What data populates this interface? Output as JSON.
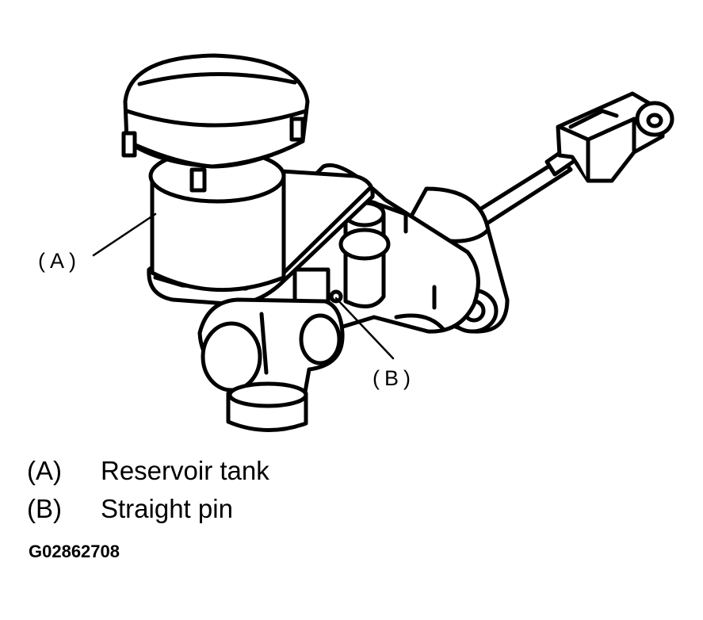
{
  "callouts": {
    "a": "(A)",
    "b": "(B)"
  },
  "legend": [
    {
      "key": "(A)",
      "label": "Reservoir tank"
    },
    {
      "key": "(B)",
      "label": "Straight pin"
    }
  ],
  "figure_id": "G02862708"
}
